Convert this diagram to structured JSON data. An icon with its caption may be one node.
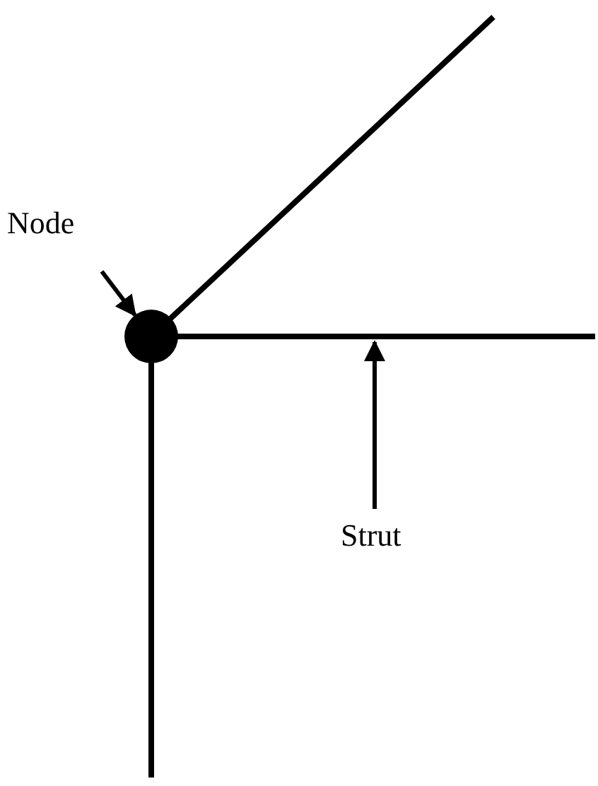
{
  "diagram": {
    "nodes": [
      {
        "text": [
          "Node"
        ]
      },
      {
        "text": [],
        "shape": "circle"
      },
      {
        "text": [
          "Strut"
        ]
      },
      {
        "text": [],
        "shape": "bar"
      }
    ],
    "edges": [
      {
        "from": 0,
        "to": 1,
        "arrow": "to"
      },
      {
        "from": 2,
        "to": 3,
        "arrow": "to"
      }
    ]
  }
}
